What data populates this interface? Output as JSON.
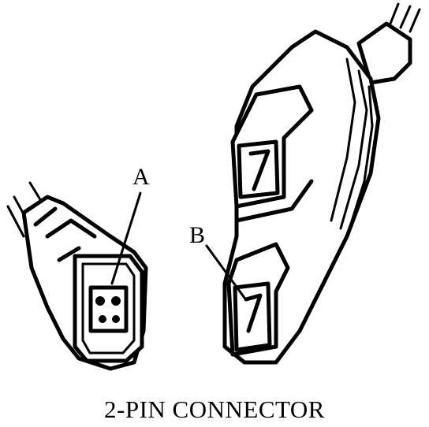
{
  "diagram": {
    "callout_a": "A",
    "callout_b": "B",
    "caption": "2-PIN CONNECTOR"
  }
}
